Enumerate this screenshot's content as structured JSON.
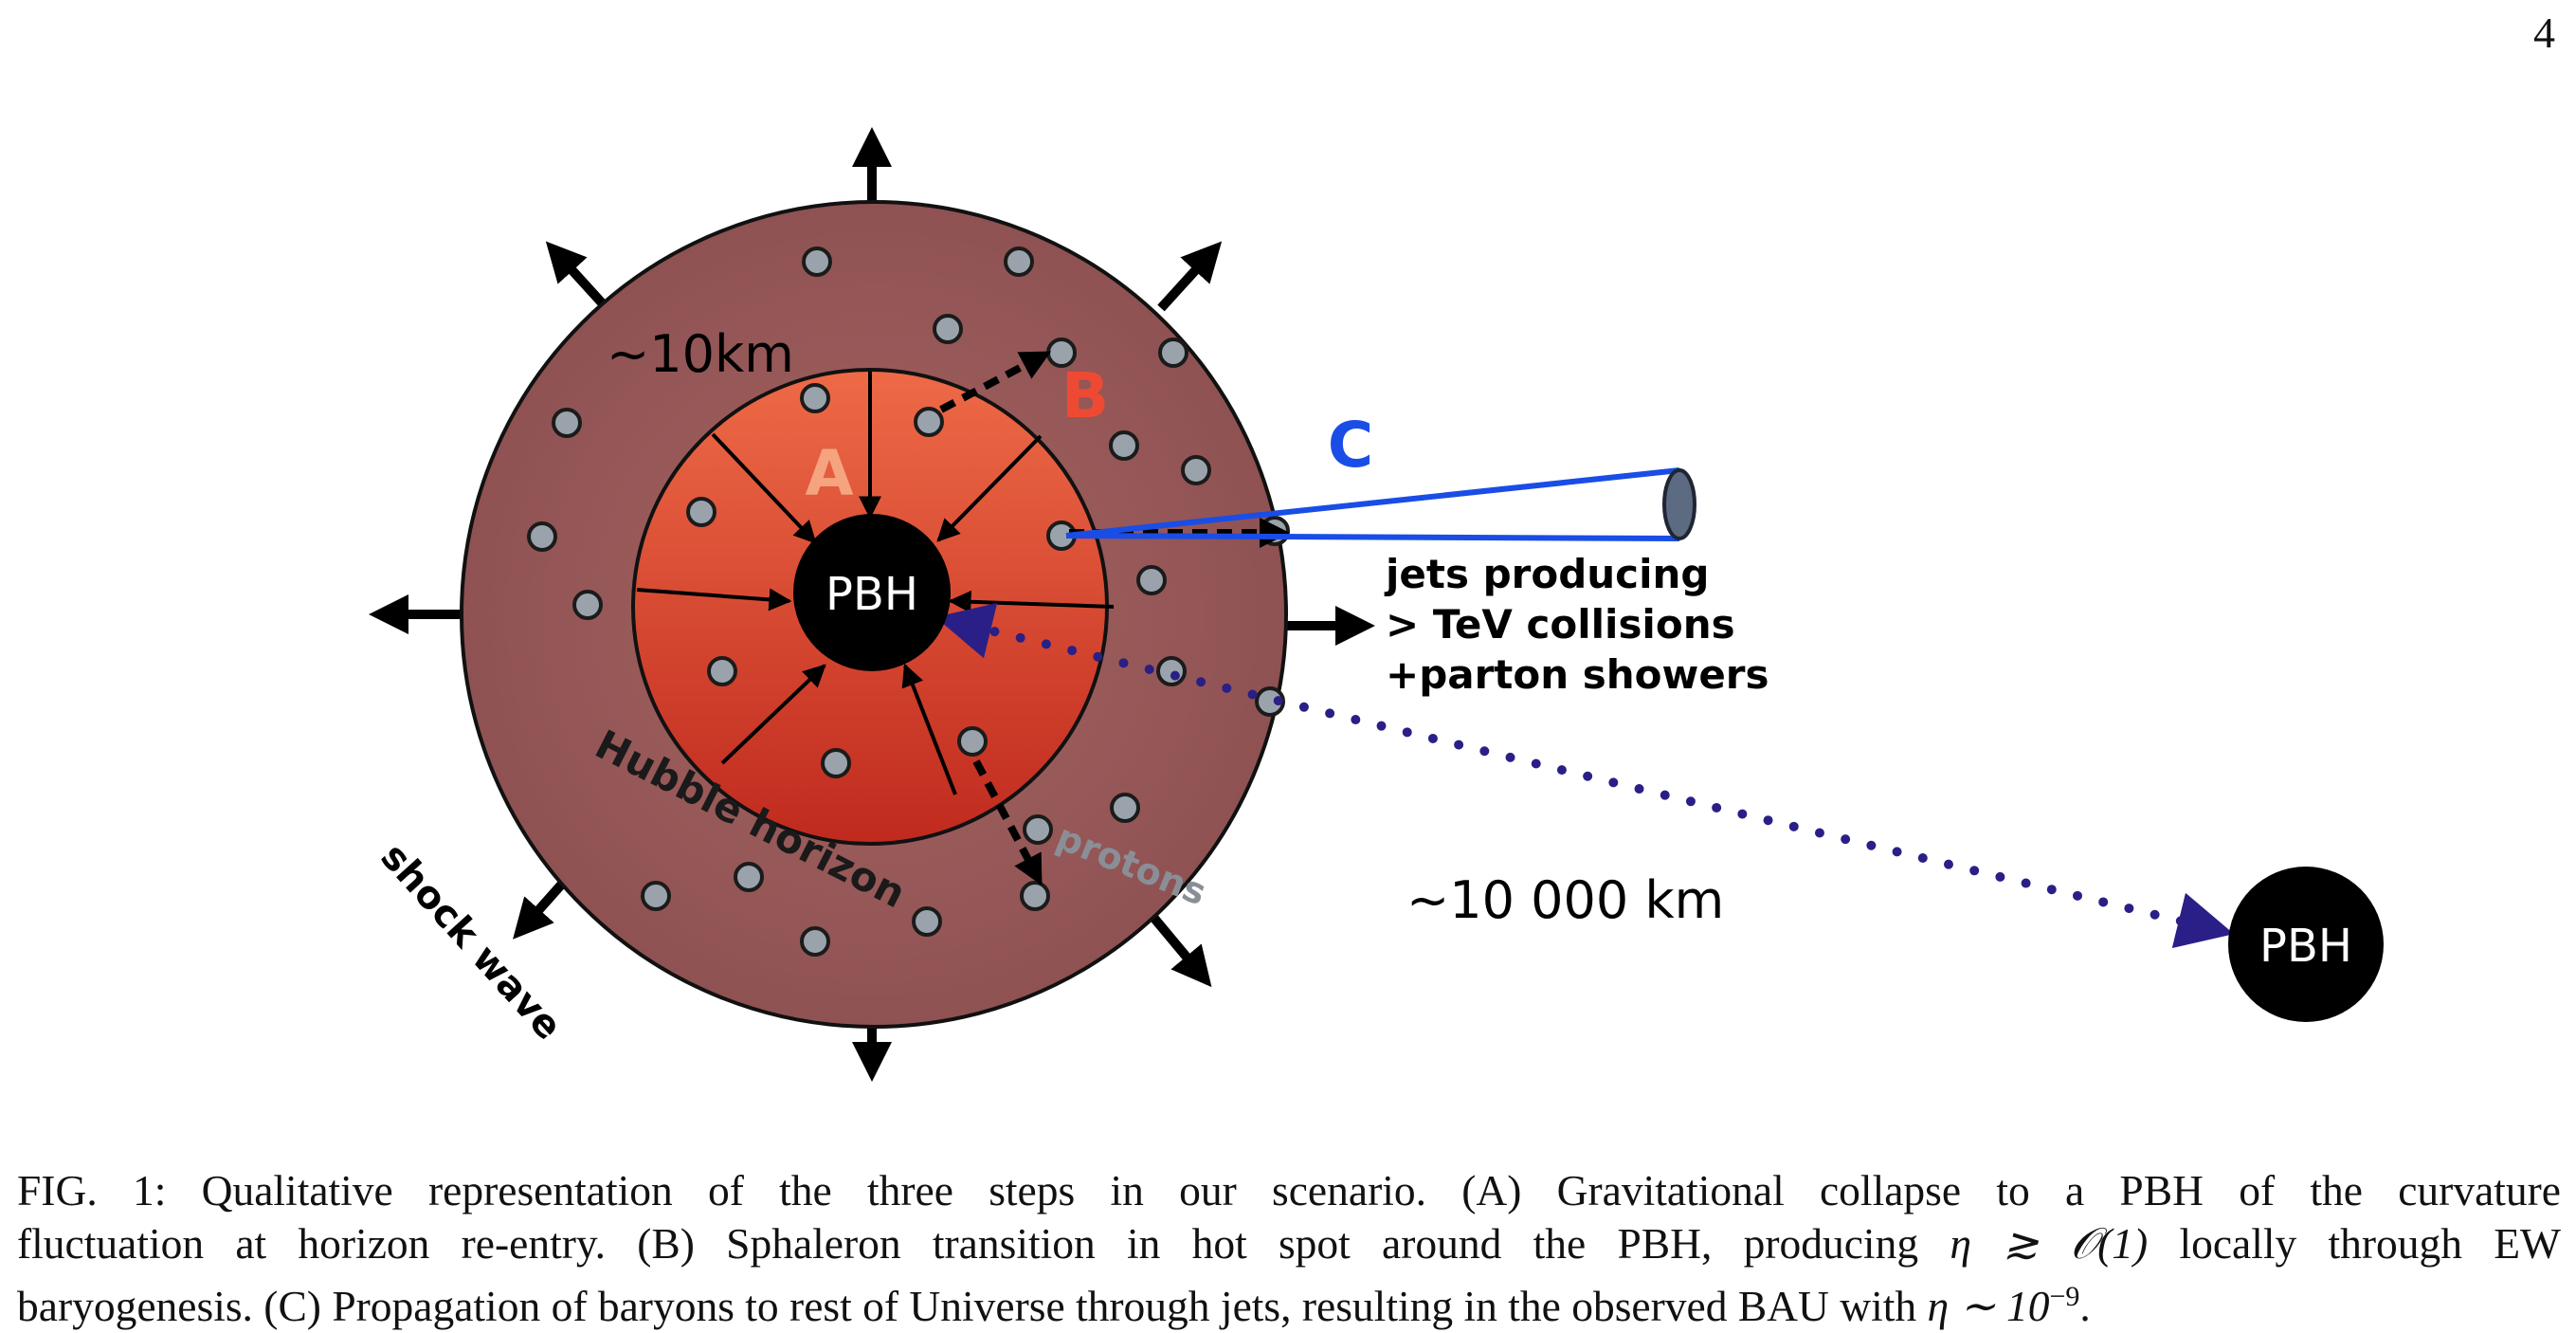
{
  "page": {
    "number": "4"
  },
  "figure": {
    "labels": {
      "distance_small": "~10km",
      "step_a": "A",
      "step_b": "B",
      "step_c": "C",
      "pbh_center": "PBH",
      "pbh_far": "PBH",
      "jets_line1": "jets producing",
      "jets_line2": "> TeV collisions",
      "jets_line3": "+parton showers",
      "distance_large": "~10 000 km",
      "hubble_horizon": "Hubble horizon",
      "shock_wave": "shock wave",
      "protons": "protons"
    },
    "colors": {
      "outer_region": "#9b5a5a",
      "inner_region_top": "#ee6a47",
      "inner_region_bottom": "#c02a1e",
      "particle": "#9aa3ab",
      "label_a": "#f5a47f",
      "label_b": "#ee4a33",
      "label_c": "#1a4de6",
      "jet_cone": "#1a4de6",
      "jet_cap": "#5d6b82",
      "dotted_path": "#2a1f86",
      "protons_label": "#8a8f97"
    }
  },
  "caption": {
    "line1": "FIG. 1: Qualitative representation of the three steps in our scenario. (A) Gravitational collapse to a PBH of the curvature",
    "line2_text": "fluctuation at horizon re-entry. (B) Sphaleron transition in hot spot around the PBH, producing",
    "line2_math": "η ≳ 𝒪(1)",
    "line2_end": "locally through EW",
    "line3_text": "baryogenesis. (C) Propagation of baryons to rest of Universe through jets, resulting in the observed BAU with",
    "line3_math": "η ∼ 10",
    "line3_exp": "−9",
    "line3_end": "."
  }
}
